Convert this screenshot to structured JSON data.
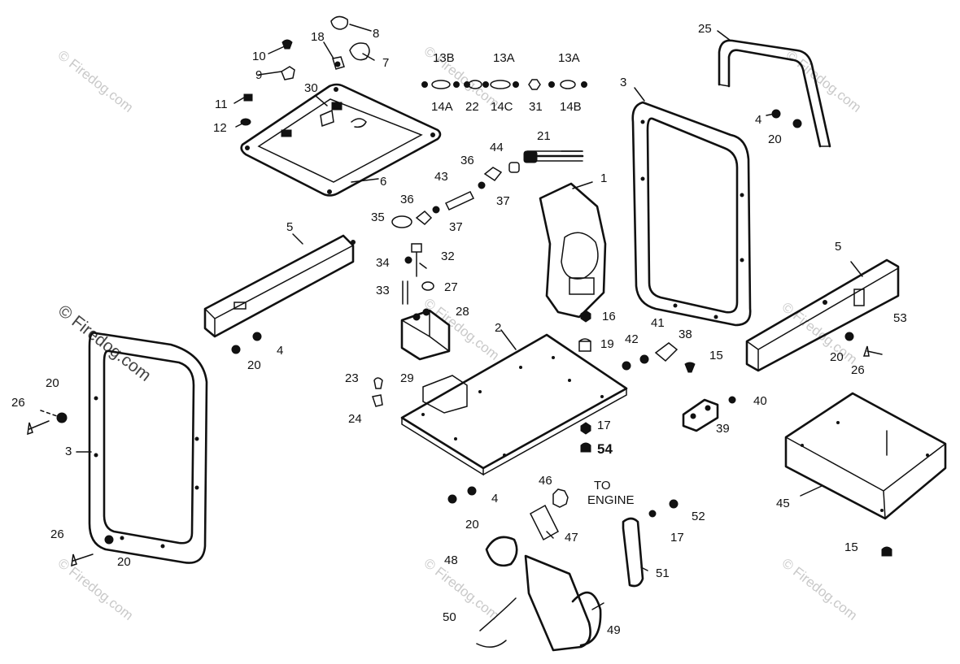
{
  "watermark": {
    "text": "© Firedog.com",
    "color": "#c9c9c9"
  },
  "callouts": {
    "c1": "1",
    "c2": "2",
    "c3a": "3",
    "c3b": "3",
    "c4a": "4",
    "c4b": "4",
    "c4c": "4",
    "c5a": "5",
    "c5b": "5",
    "c6": "6",
    "c7": "7",
    "c8": "8",
    "c9": "9",
    "c10": "10",
    "c11": "11",
    "c12": "12",
    "c13b": "13B",
    "c13a1": "13A",
    "c13a2": "13A",
    "c14a": "14A",
    "c14b": "14B",
    "c14c": "14C",
    "c15a": "15",
    "c15b": "15",
    "c16": "16",
    "c17a": "17",
    "c17b": "17",
    "c18": "18",
    "c19": "19",
    "c20a": "20",
    "c20b": "20",
    "c20c": "20",
    "c20d": "20",
    "c20e": "20",
    "c20f": "20",
    "c21": "21",
    "c22": "22",
    "c23": "23",
    "c24": "24",
    "c25": "25",
    "c26a": "26",
    "c26b": "26",
    "c26c": "26",
    "c27": "27",
    "c28": "28",
    "c29": "29",
    "c30": "30",
    "c31": "31",
    "c32": "32",
    "c33": "33",
    "c34": "34",
    "c35": "35",
    "c36a": "36",
    "c36b": "36",
    "c37a": "37",
    "c37b": "37",
    "c38": "38",
    "c39": "39",
    "c40": "40",
    "c41": "41",
    "c42": "42",
    "c43": "43",
    "c44": "44",
    "c45": "45",
    "c46": "46",
    "c47": "47",
    "c48": "48",
    "c49": "49",
    "c50": "50",
    "c51": "51",
    "c52": "52",
    "c53": "53",
    "c54": "54"
  },
  "note": {
    "line1": "TO",
    "line2": "ENGINE"
  }
}
